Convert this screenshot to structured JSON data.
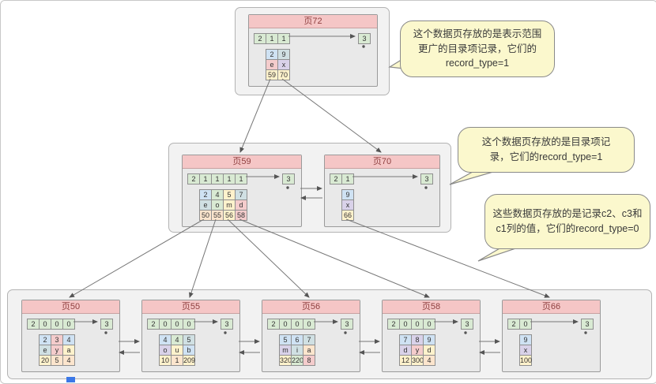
{
  "palette": {
    "blue": "#cfe2f3",
    "cyan": "#d0e0e3",
    "purple": "#d9d2e9",
    "pink": "#f4cccc",
    "yellow": "#fff2cc",
    "orange": "#fce5cd",
    "green": "#d9ead3",
    "header_pink": "#f5c6c6",
    "type_cell_green": "#d9ead3",
    "bubble_yellow": "#fbf8cd"
  },
  "bubbles": [
    {
      "lines": [
        "这个数据页存放的是表示范围",
        "更广的目录项记录，它们的",
        "record_type=1"
      ]
    },
    {
      "lines": [
        "这个数据页存放的是目录项记",
        "录，它们的record_type=1"
      ]
    },
    {
      "lines": [
        "这些数据页存放的是记录c2、c3和",
        "c1列的值，它们的record_type=0"
      ]
    }
  ],
  "pages": {
    "p72": {
      "title": "页72",
      "infimum": "2",
      "supremum": "3",
      "rec_type": "1",
      "records": [
        {
          "cells": [
            "2",
            "e",
            "59"
          ],
          "colors": [
            "blue",
            "pink",
            "yellow"
          ]
        },
        {
          "cells": [
            "9",
            "x",
            "70"
          ],
          "colors": [
            "cyan",
            "purple",
            "yellow"
          ]
        }
      ]
    },
    "p59": {
      "title": "页59",
      "infimum": "2",
      "supremum": "3",
      "rec_type": "1",
      "records": [
        {
          "cells": [
            "2",
            "e",
            "50"
          ],
          "colors": [
            "blue",
            "cyan",
            "orange"
          ]
        },
        {
          "cells": [
            "4",
            "o",
            "55"
          ],
          "colors": [
            "green",
            "green",
            "orange"
          ]
        },
        {
          "cells": [
            "5",
            "m",
            "56"
          ],
          "colors": [
            "yellow",
            "yellow",
            "yellow"
          ]
        },
        {
          "cells": [
            "7",
            "d",
            "58"
          ],
          "colors": [
            "cyan",
            "pink",
            "pink"
          ]
        }
      ]
    },
    "p70": {
      "title": "页70",
      "infimum": "2",
      "supremum": "3",
      "rec_type": "1",
      "records": [
        {
          "cells": [
            "9",
            "x",
            "66"
          ],
          "colors": [
            "blue",
            "purple",
            "yellow"
          ]
        }
      ]
    },
    "p50": {
      "title": "页50",
      "infimum": "2",
      "supremum": "3",
      "rec_type": "0",
      "records": [
        {
          "cells": [
            "2",
            "e",
            "20"
          ],
          "colors": [
            "blue",
            "cyan",
            "yellow"
          ]
        },
        {
          "cells": [
            "3",
            "y",
            "5"
          ],
          "colors": [
            "pink",
            "pink",
            "orange"
          ]
        },
        {
          "cells": [
            "4",
            "a",
            "4"
          ],
          "colors": [
            "blue",
            "yellow",
            "orange"
          ]
        }
      ]
    },
    "p55": {
      "title": "页55",
      "infimum": "2",
      "supremum": "3",
      "rec_type": "0",
      "records": [
        {
          "cells": [
            "4",
            "o",
            "10"
          ],
          "colors": [
            "blue",
            "purple",
            "yellow"
          ]
        },
        {
          "cells": [
            "4",
            "u",
            "1"
          ],
          "colors": [
            "green",
            "yellow",
            "orange"
          ]
        },
        {
          "cells": [
            "5",
            "b",
            "209"
          ],
          "colors": [
            "cyan",
            "blue",
            "yellow"
          ]
        }
      ]
    },
    "p56": {
      "title": "页56",
      "infimum": "2",
      "supremum": "3",
      "rec_type": "0",
      "records": [
        {
          "cells": [
            "5",
            "m",
            "320"
          ],
          "colors": [
            "blue",
            "purple",
            "yellow"
          ]
        },
        {
          "cells": [
            "6",
            "i",
            "220"
          ],
          "colors": [
            "blue",
            "cyan",
            "green"
          ]
        },
        {
          "cells": [
            "7",
            "a",
            "8"
          ],
          "colors": [
            "cyan",
            "orange",
            "pink"
          ]
        }
      ]
    },
    "p58": {
      "title": "页58",
      "infimum": "2",
      "supremum": "3",
      "rec_type": "0",
      "records": [
        {
          "cells": [
            "7",
            "d",
            "12"
          ],
          "colors": [
            "blue",
            "purple",
            "yellow"
          ]
        },
        {
          "cells": [
            "8",
            "y",
            "300"
          ],
          "colors": [
            "purple",
            "pink",
            "yellow"
          ]
        },
        {
          "cells": [
            "9",
            "d",
            "4"
          ],
          "colors": [
            "blue",
            "yellow",
            "orange"
          ]
        }
      ]
    },
    "p66": {
      "title": "页66",
      "infimum": "2",
      "supremum": "3",
      "rec_type": "0",
      "records": [
        {
          "cells": [
            "9",
            "x",
            "100"
          ],
          "colors": [
            "blue",
            "purple",
            "yellow"
          ]
        }
      ]
    }
  }
}
